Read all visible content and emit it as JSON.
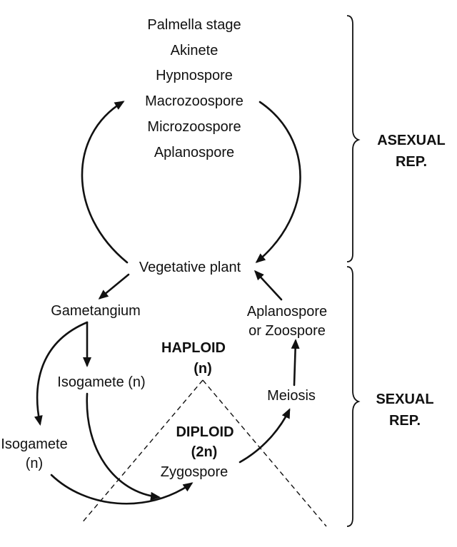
{
  "asexual_stages": [
    "Palmella stage",
    "Akinete",
    "Hypnospore",
    "Macrozoospore",
    "Microzoospore",
    "Aplanospore"
  ],
  "labels": {
    "vegetative_plant": "Vegetative plant",
    "gametangium": "Gametangium",
    "isogamete_center": "Isogamete (n)",
    "isogamete_left_line1": "Isogamete",
    "isogamete_left_line2": "(n)",
    "aplanospore_line1": "Aplanospore",
    "aplanospore_line2": "or Zoospore",
    "meiosis": "Meiosis",
    "zygospore": "Zygospore",
    "haploid_line1": "HAPLOID",
    "haploid_line2": "(n)",
    "diploid_line1": "DIPLOID",
    "diploid_line2": "(2n)"
  },
  "sections": {
    "asexual_line1": "ASEXUAL",
    "asexual_line2": "REP.",
    "sexual_line1": "SEXUAL",
    "sexual_line2": "REP."
  }
}
